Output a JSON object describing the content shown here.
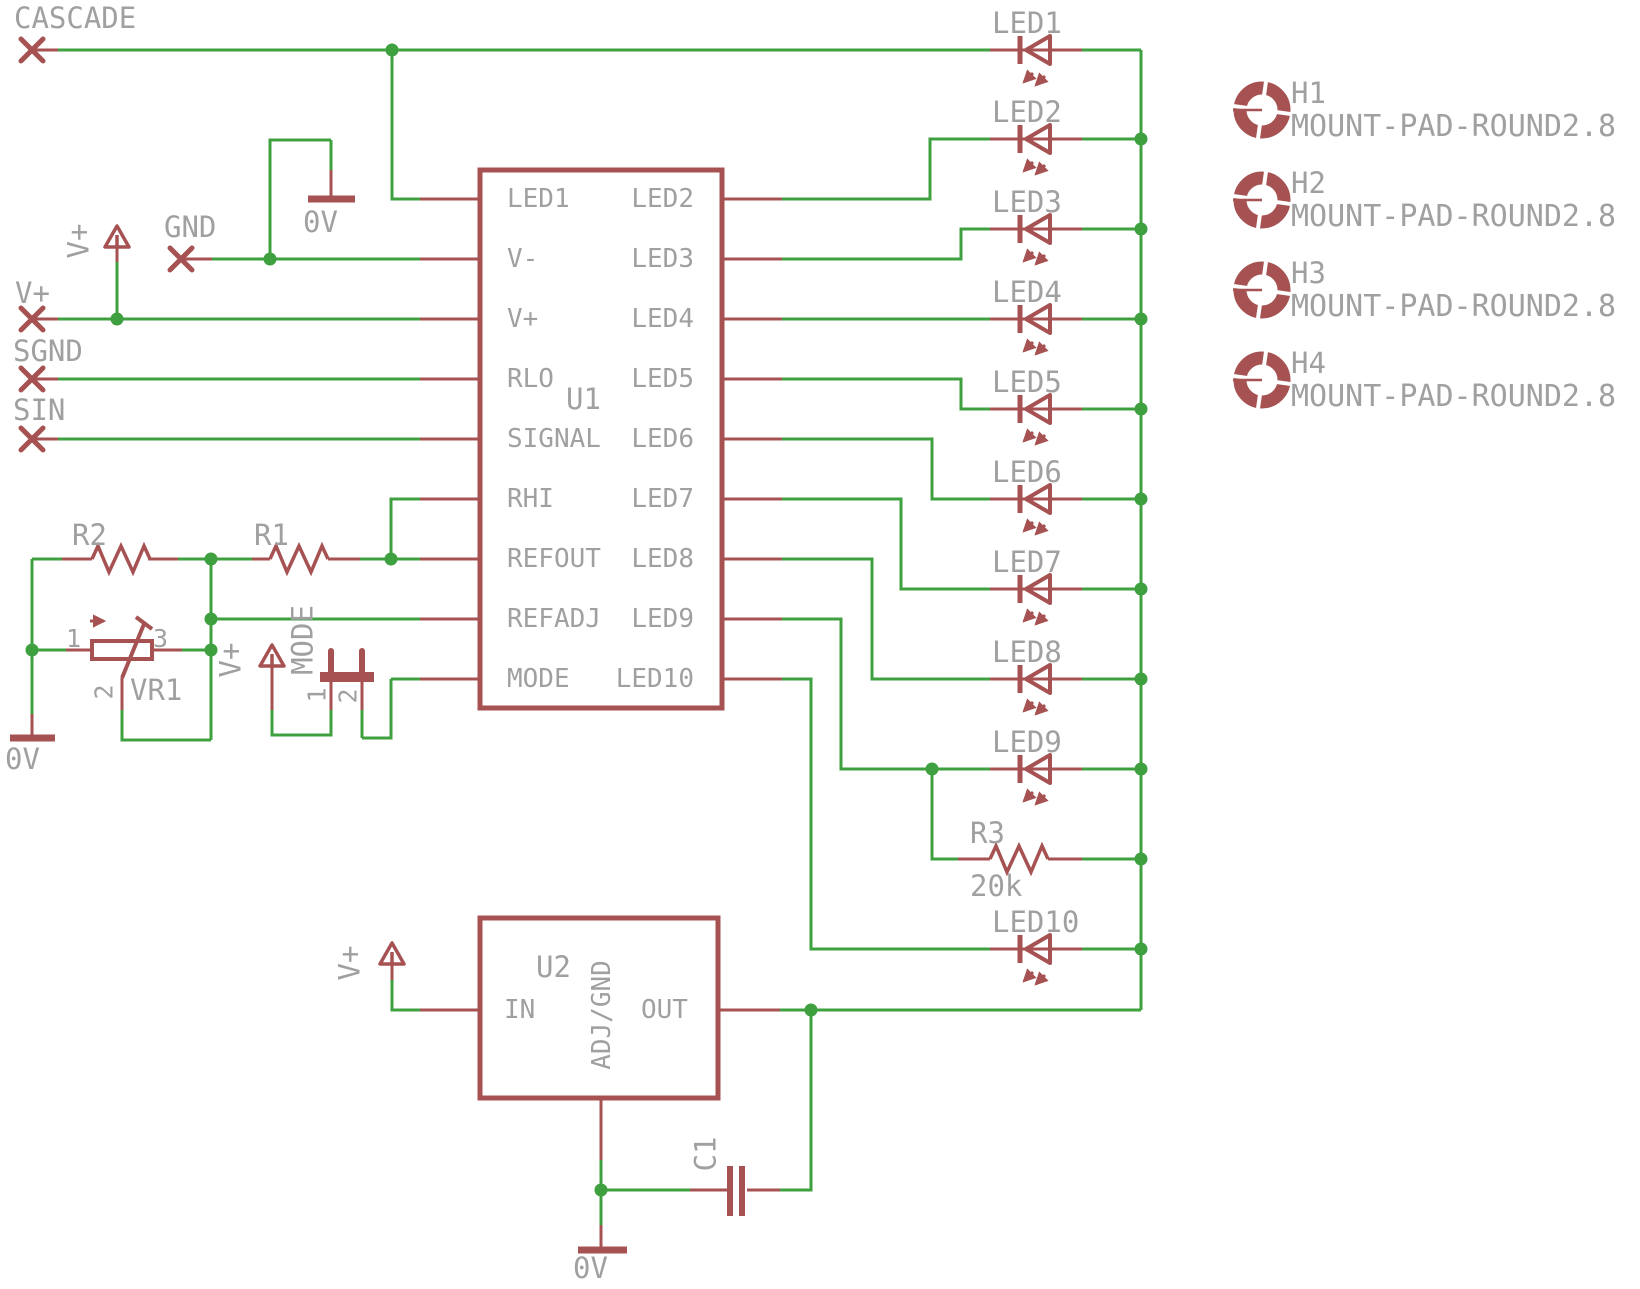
{
  "colors": {
    "wire_green": "#3FA03F",
    "symbol_red": "#A65252",
    "label_gray": "#A0A0A0"
  },
  "connectors": {
    "cascade": "CASCADE",
    "gnd": "GND",
    "vplus": "V+",
    "sgnd": "SGND",
    "sin": "SIN"
  },
  "power_labels": {
    "vplus": "V+",
    "zero_top": "0V",
    "zero_left": "0V",
    "zero_bottom": "0V"
  },
  "u1": {
    "ref": "U1",
    "left_pins": [
      "LED1",
      "V-",
      "V+",
      "RLO",
      "SIGNAL",
      "RHI",
      "REFOUT",
      "REFADJ",
      "MODE"
    ],
    "right_pins": [
      "LED2",
      "LED3",
      "LED4",
      "LED5",
      "LED6",
      "LED7",
      "LED8",
      "LED9",
      "LED10"
    ]
  },
  "u2": {
    "ref": "U2",
    "pin_in": "IN",
    "pin_out": "OUT",
    "pin_adj": "ADJ/GND"
  },
  "leds": [
    "LED1",
    "LED2",
    "LED3",
    "LED4",
    "LED5",
    "LED6",
    "LED7",
    "LED8",
    "LED9",
    "LED10"
  ],
  "resistors": {
    "r1_name": "R1",
    "r2_name": "R2",
    "r3_name": "R3",
    "r3_value": "20k"
  },
  "potentiometer": {
    "ref": "VR1",
    "pin1": "1",
    "pin2": "2",
    "pin3": "3"
  },
  "jumper": {
    "label": "MODE",
    "pin1": "1",
    "pin2": "2"
  },
  "capacitor": {
    "ref": "C1"
  },
  "mount_pads": [
    {
      "name": "H1",
      "value": "MOUNT-PAD-ROUND2.8"
    },
    {
      "name": "H2",
      "value": "MOUNT-PAD-ROUND2.8"
    },
    {
      "name": "H3",
      "value": "MOUNT-PAD-ROUND2.8"
    },
    {
      "name": "H4",
      "value": "MOUNT-PAD-ROUND2.8"
    }
  ]
}
